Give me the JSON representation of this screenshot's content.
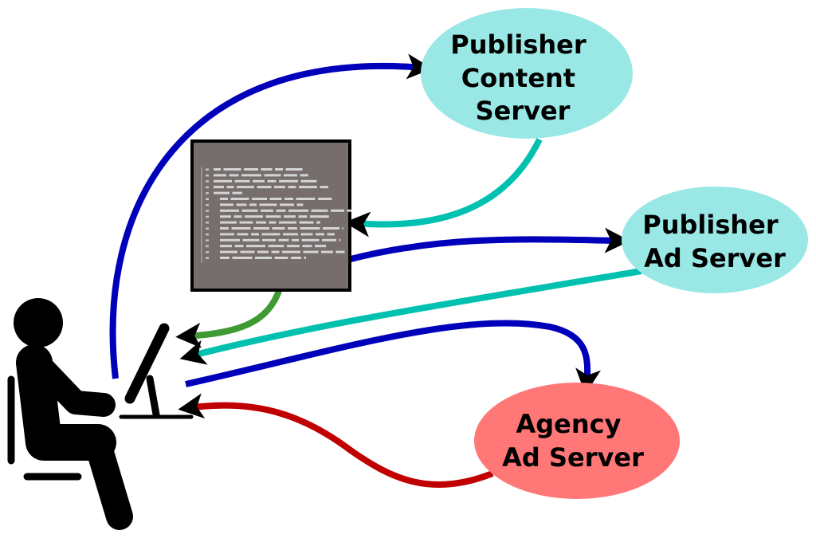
{
  "nodes": {
    "publisher_content_server": {
      "lines": [
        "Publisher",
        "Content",
        "Server"
      ],
      "fill": "#9ae8e6"
    },
    "publisher_ad_server": {
      "lines": [
        "Publisher",
        "Ad Server"
      ],
      "fill": "#9ae8e6"
    },
    "agency_ad_server": {
      "lines": [
        "Agency",
        "Ad Server"
      ],
      "fill": "#ff7777"
    }
  },
  "web_page": {
    "fill": "#766d6d",
    "text_color": "#e6e6e6"
  },
  "arrows": [
    {
      "from": "user",
      "to": "publisher_content_server",
      "color": "#0000bb"
    },
    {
      "from": "publisher_content_server",
      "to": "web_page",
      "color": "#00c0b0"
    },
    {
      "from": "web_page",
      "to": "publisher_ad_server",
      "color": "#0000bb"
    },
    {
      "from": "web_page",
      "to": "user_screen",
      "color": "#3f9a33"
    },
    {
      "from": "publisher_ad_server",
      "to": "user_screen",
      "color": "#00c0b0"
    },
    {
      "from": "user_screen",
      "to": "agency_ad_server",
      "color": "#0000bb"
    },
    {
      "from": "agency_ad_server",
      "to": "user_screen",
      "color": "#c00000"
    }
  ]
}
